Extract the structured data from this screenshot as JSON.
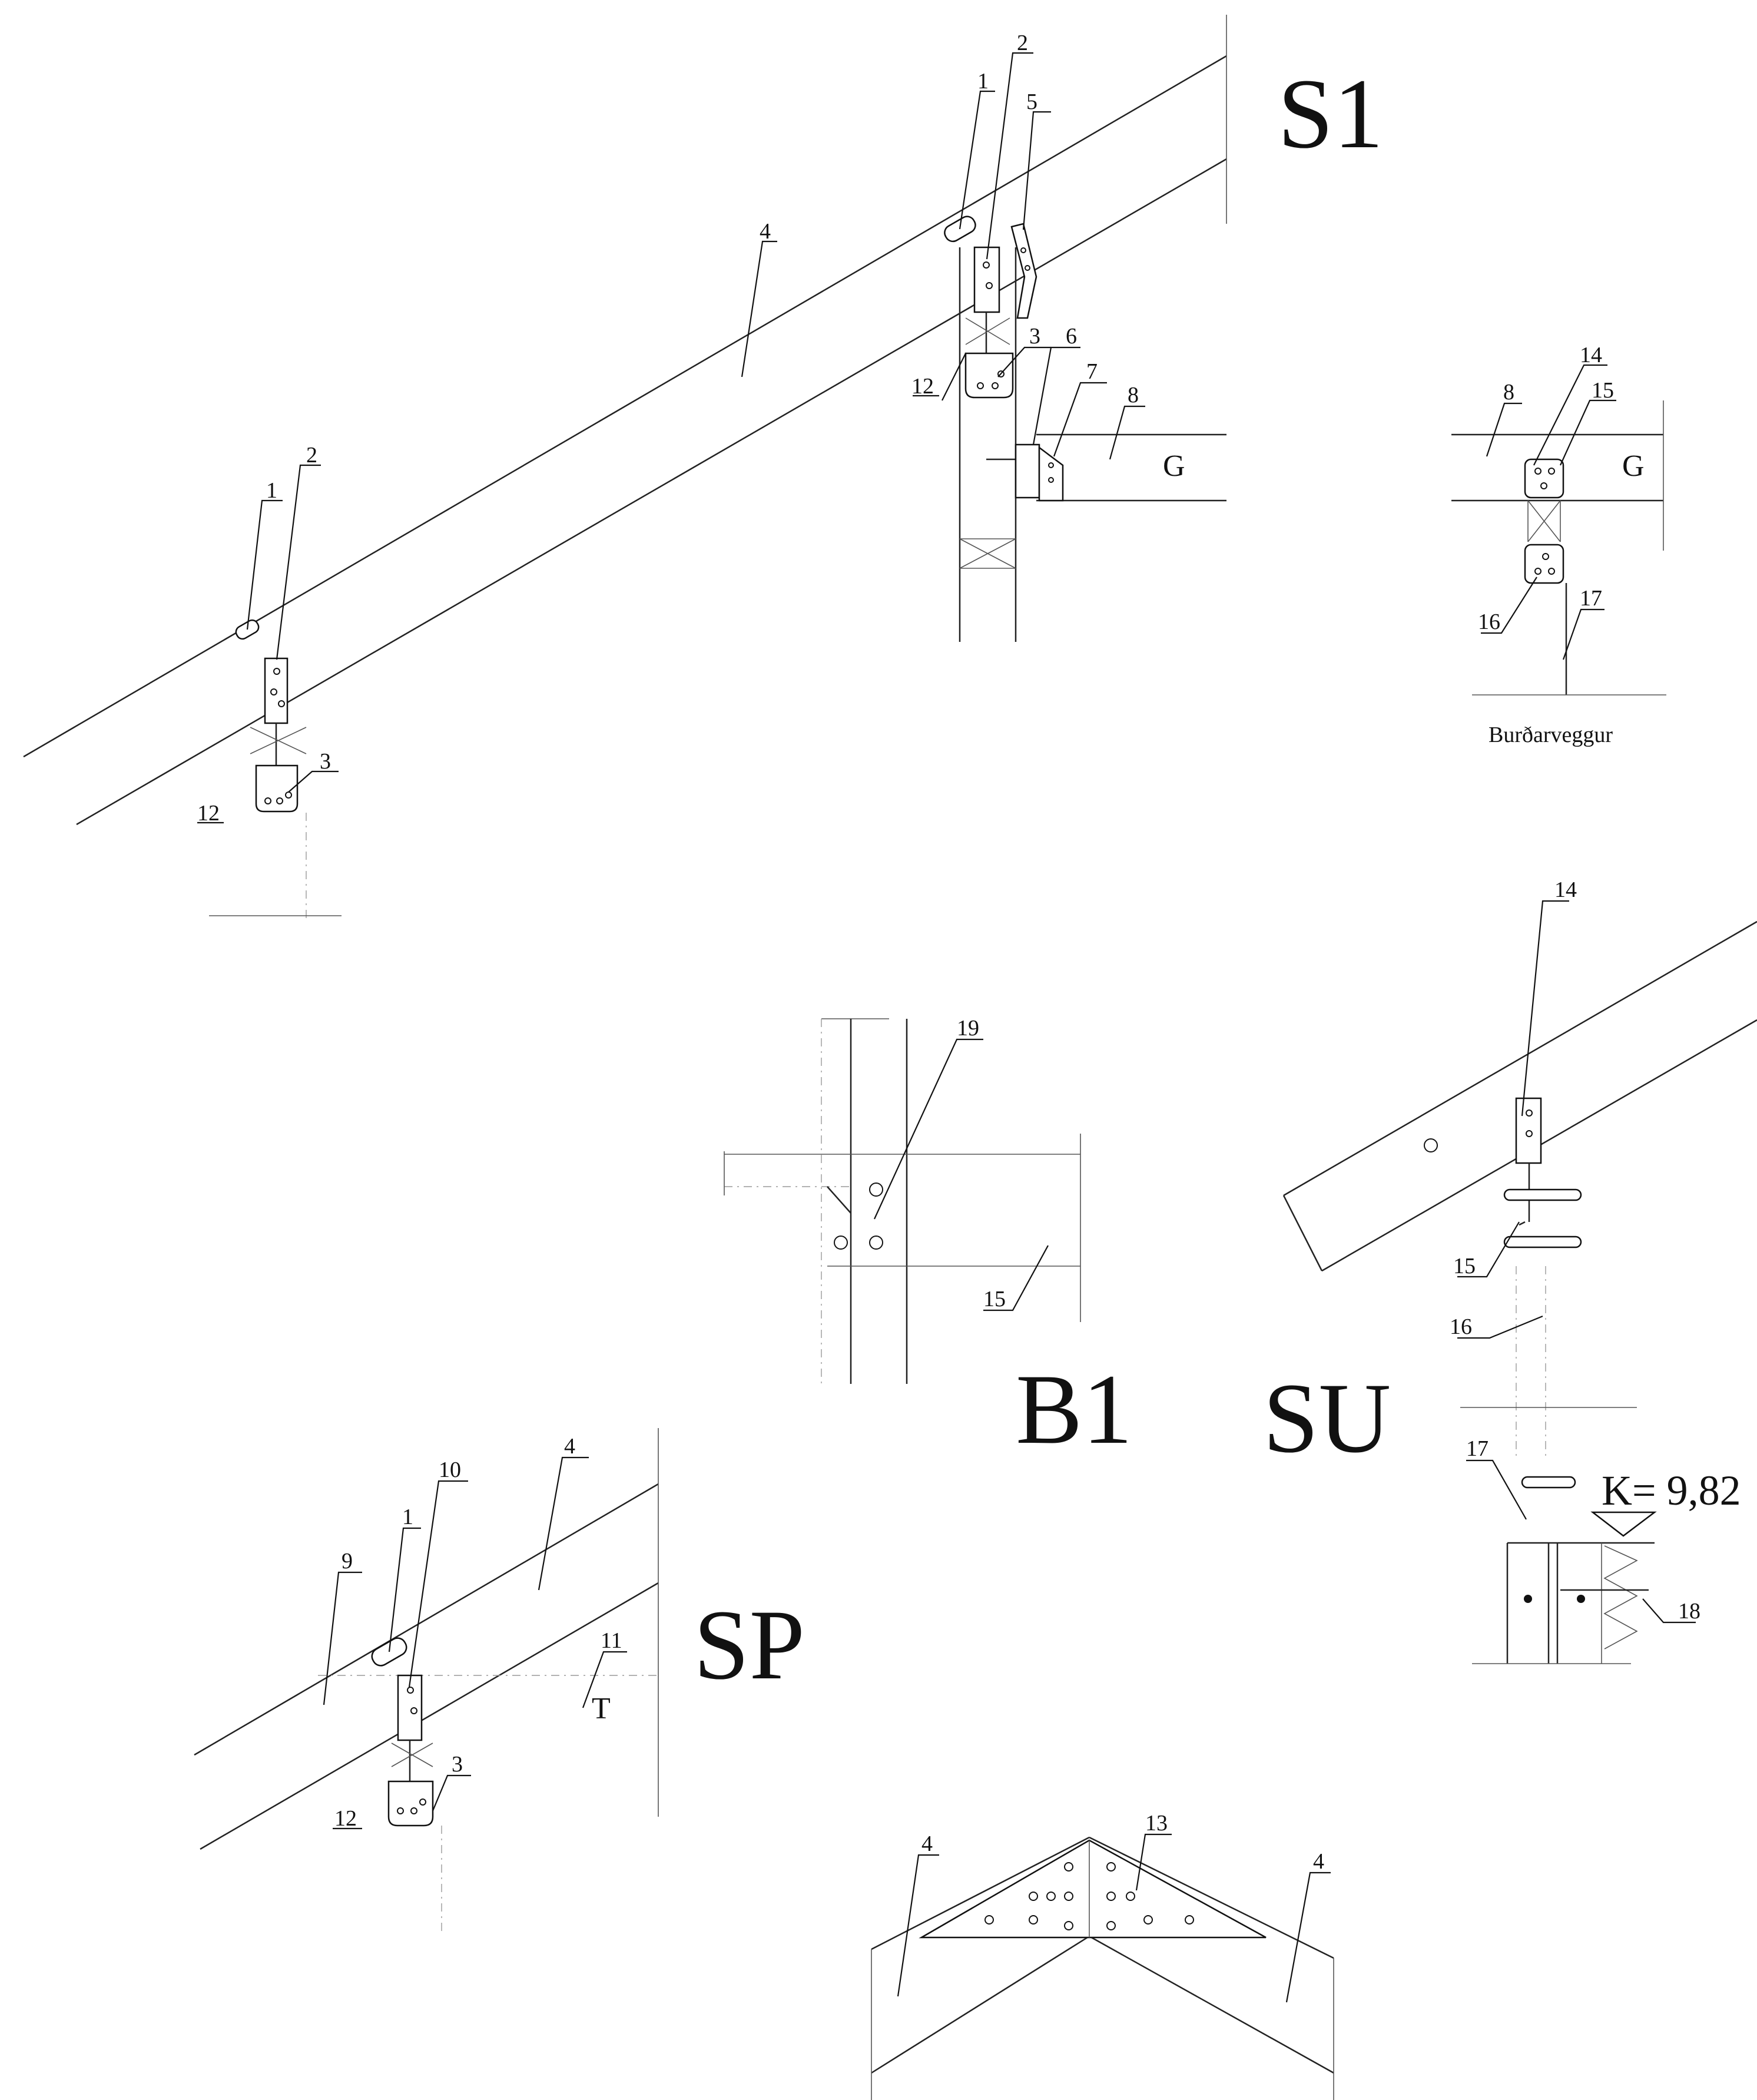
{
  "detail_titles": {
    "s1": "S1",
    "b1": "B1",
    "su": "SU",
    "sp": "SP"
  },
  "material_labels": {
    "g": "G",
    "t": "T"
  },
  "caption": "Burðarveggur",
  "k_value": "K= 9,82",
  "callouts": {
    "s1_left": [
      "1",
      "2",
      "3",
      "12"
    ],
    "s1_right": [
      "1",
      "2",
      "5",
      "3",
      "12",
      "4",
      "6",
      "7",
      "8"
    ],
    "s1_wall": [
      "8",
      "14",
      "15",
      "16",
      "17"
    ],
    "b1": [
      "19",
      "15"
    ],
    "su": [
      "14",
      "15",
      "16",
      "17",
      "18"
    ],
    "sp": [
      "1",
      "10",
      "4",
      "9",
      "11",
      "3",
      "12"
    ],
    "ridge": [
      "4",
      "13",
      "4"
    ]
  }
}
